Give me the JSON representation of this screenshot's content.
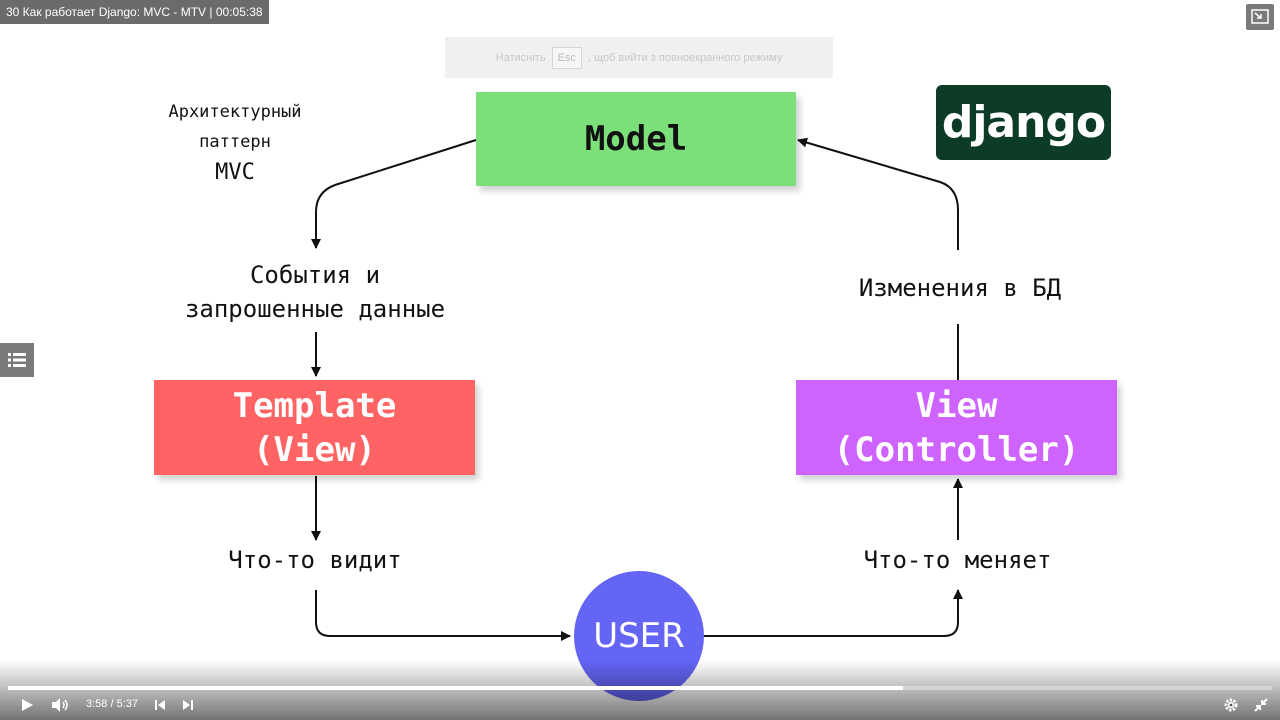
{
  "player": {
    "title": "30 Как работает Django: MVC - MTV | 00:05:38",
    "esc_before": "Натисніть",
    "esc_key": "Esc",
    "esc_after": ", щоб вийти з повноекранного режиму",
    "current_time": "3:58",
    "separator": "/",
    "duration": "5:37",
    "progress": 0.708
  },
  "slide": {
    "pattern_line1": "Архитектурный",
    "pattern_line2": "паттерн",
    "pattern_line3": "MVC",
    "model": "Model",
    "template_line1": "Template",
    "template_line2": "(View)",
    "view_line1": "View",
    "view_line2": "(Controller)",
    "django": "django",
    "events_line1": "События и",
    "events_line2": "запрошенные данные",
    "changes_db": "Изменения в БД",
    "sees": "Что-то видит",
    "changes": "Что-то меняет",
    "user": "USER"
  },
  "colors": {
    "model": "#7be07a",
    "template": "#ff6363",
    "view": "#cf63ff",
    "user": "#6464f5",
    "django_bg": "#0c3c26"
  },
  "icons": [
    "exit-fullscreen-icon",
    "playlist-icon",
    "play-icon",
    "volume-icon",
    "previous-icon",
    "next-icon",
    "settings-icon",
    "collapse-icon"
  ]
}
